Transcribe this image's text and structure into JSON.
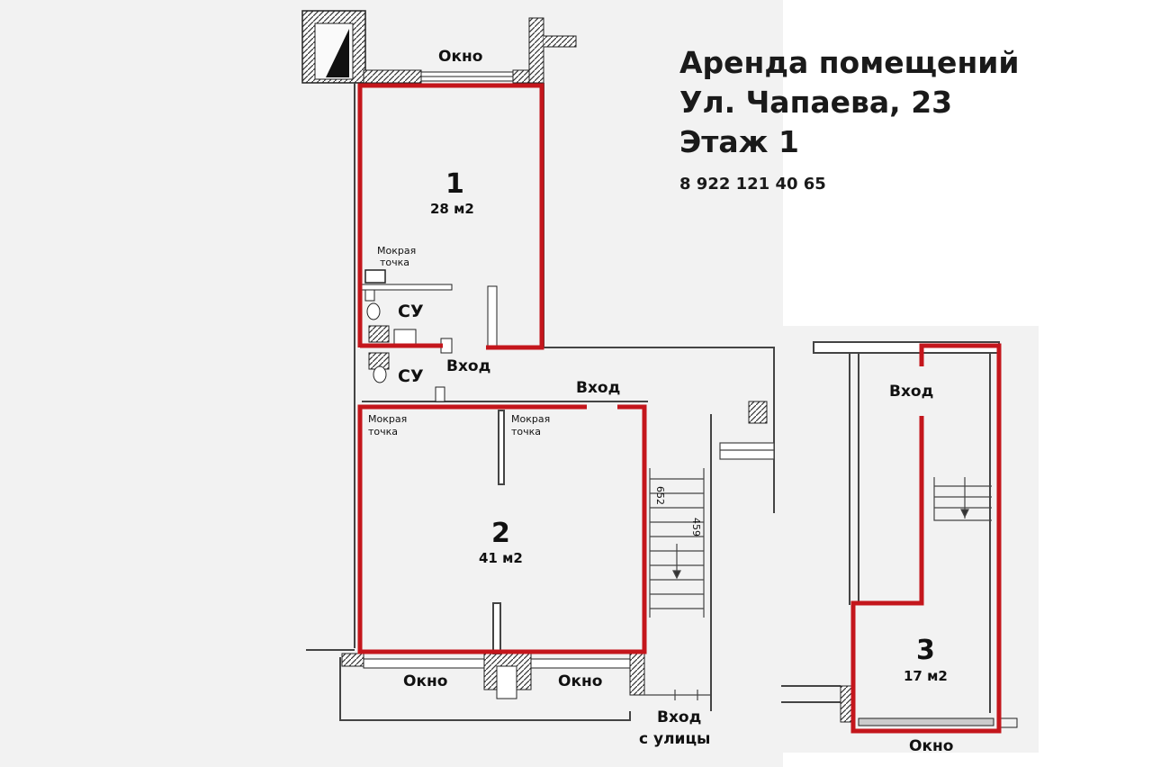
{
  "header": {
    "line1": "Аренда помещений",
    "line2": "Ул. Чапаева, 23",
    "line3": "Этаж 1",
    "phone": "8 922 121 40 65"
  },
  "plan": {
    "top_window": "Окно",
    "room1": {
      "number": "1",
      "area": "28 м2"
    },
    "wet_point_1_l1": "Мокрая",
    "wet_point_1_l2": "точка",
    "su_upper": "СУ",
    "su_lower": "СУ",
    "entrance_1": "Вход",
    "entrance_2": "Вход",
    "wet_point_2a_l1": "Мокрая",
    "wet_point_2a_l2": "точка",
    "wet_point_2b_l1": "Мокрая",
    "wet_point_2b_l2": "точка",
    "room2": {
      "number": "2",
      "area": "41 м2"
    },
    "window_bottom_left": "Окно",
    "window_bottom_right": "Окно",
    "street_entrance_l1": "Вход",
    "street_entrance_l2": "с улицы",
    "stair_dim_1": "652",
    "stair_dim_2": "459"
  },
  "inset": {
    "entrance": "Вход",
    "room3": {
      "number": "3",
      "area": "17 м2"
    },
    "window": "Окно"
  },
  "colors": {
    "highlight": "#c4161c",
    "wall": "#2a2a2a",
    "paper": "#f3f3f3"
  }
}
